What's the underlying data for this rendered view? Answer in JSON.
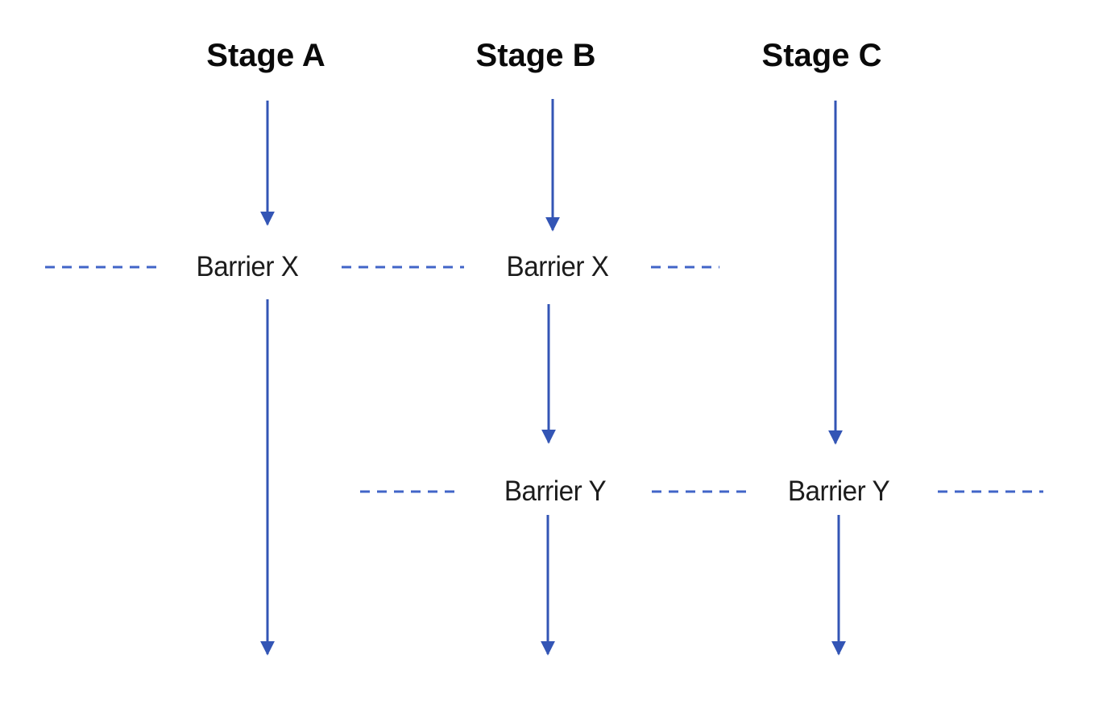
{
  "diagram": {
    "stages": [
      {
        "label": "Stage A"
      },
      {
        "label": "Stage B"
      },
      {
        "label": "Stage C"
      }
    ],
    "barriers": {
      "x": {
        "label": "Barrier X"
      },
      "y": {
        "label": "Barrier Y"
      }
    },
    "colors": {
      "arrow": "#3355b5",
      "dash": "#4165c8",
      "stage_text": "#0a0a0a",
      "barrier_text": "#1c1c1c",
      "background": "#ffffff"
    }
  }
}
